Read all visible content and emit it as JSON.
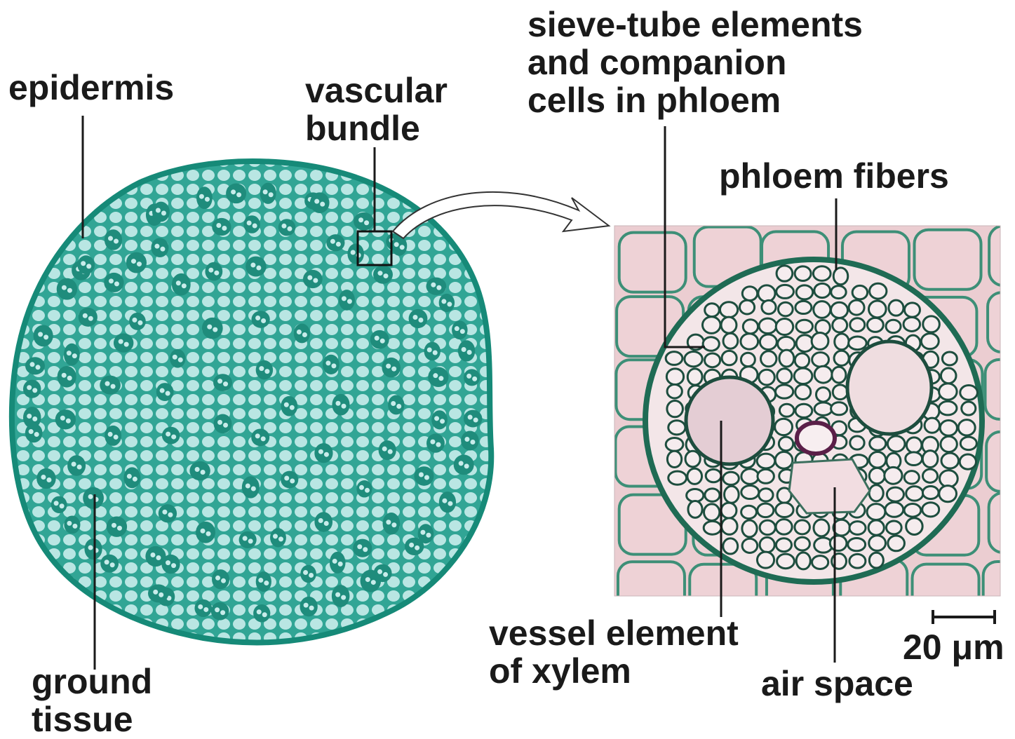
{
  "labels": {
    "epidermis": "epidermis",
    "vascular_bundle": "vascular\nbundle",
    "ground_tissue": "ground\ntissue",
    "sieve_tube": "sieve-tube elements\nand companion\ncells in phloem",
    "phloem_fibers": "phloem fibers",
    "vessel_element": "vessel element\nof xylem",
    "air_space": "air space",
    "scale_bar": "20 μm"
  },
  "colors": {
    "stem_fill": "#3fb3a4",
    "stem_edge": "#168a78",
    "ground_cell": "#c7ecea",
    "bundle_dark": "#1f8c7c",
    "micrograph_bg": "#ebcdd1",
    "cell_wall": "#1d4d3e",
    "vessel_fill": "#e4cdd4",
    "air_space_fill": "#f2dde1",
    "protoxylem_ring": "#5a1f48"
  }
}
